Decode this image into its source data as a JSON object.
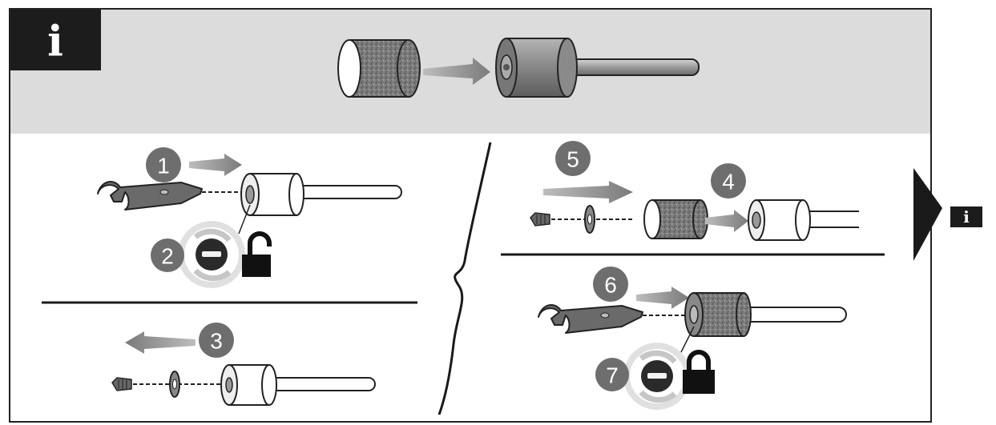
{
  "info_badge_top": {
    "glyph": "i"
  },
  "info_badge_right": {
    "glyph": "i"
  },
  "steps": {
    "s1": {
      "number": "1"
    },
    "s2": {
      "number": "2"
    },
    "s3": {
      "number": "3"
    },
    "s4": {
      "number": "4"
    },
    "s5": {
      "number": "5"
    },
    "s6": {
      "number": "6"
    },
    "s7": {
      "number": "7"
    }
  },
  "colors": {
    "panel_top": "#dcdcdc",
    "badge": "#1c1c1c",
    "step_circle": "#6e6e6e",
    "arrow": "#8c8c8c",
    "line": "#1a1a1a"
  },
  "icons": [
    "wrench-icon",
    "screw-icon",
    "washer-icon",
    "sanding-drum-icon",
    "mandrel-icon",
    "lock-open-icon",
    "lock-closed-icon",
    "screwdriver-slot-icon"
  ]
}
